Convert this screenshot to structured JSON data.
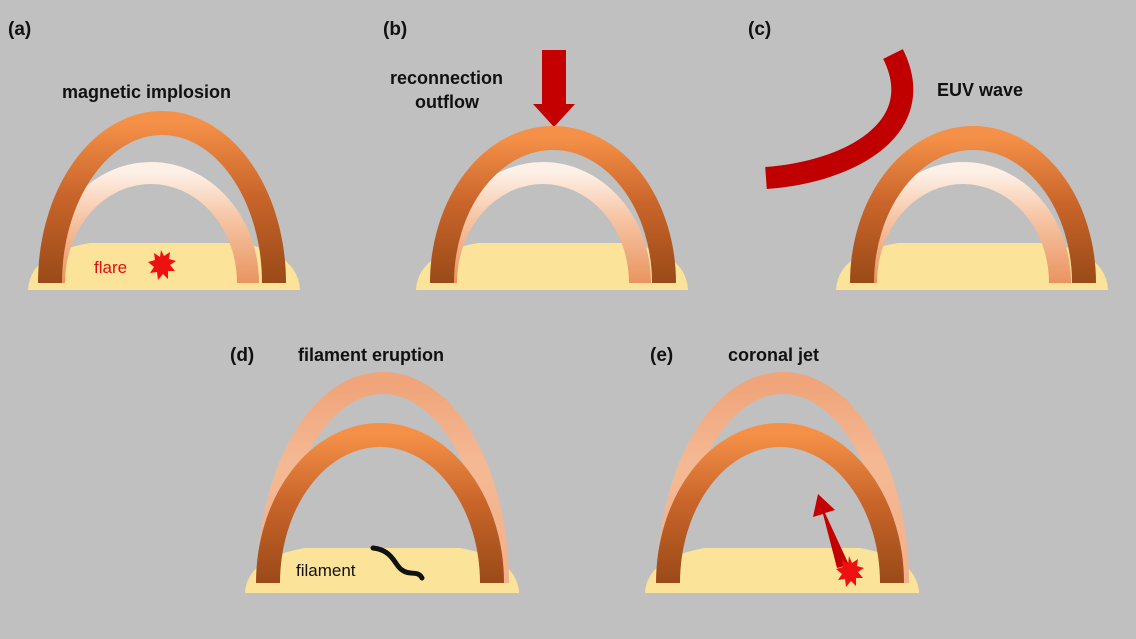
{
  "panels": [
    {
      "label": "(a)",
      "caption": "magnetic implosion",
      "note": "flare"
    },
    {
      "label": "(b)",
      "caption_line1": "reconnection",
      "caption_line2": "outflow"
    },
    {
      "label": "(c)",
      "caption": "EUV wave"
    },
    {
      "label": "(d)",
      "caption": "filament eruption",
      "note": "filament"
    },
    {
      "label": "(e)",
      "caption": "coronal jet"
    }
  ],
  "colors": {
    "background": "#c0c0c0",
    "loop_outer": "#a04f1c",
    "loop_inner": "#f08a40",
    "ghost_loop": "#f5b48c",
    "surface": "#fbe49a",
    "accent_red": "#c00000",
    "flare_red": "#ee1111",
    "filament": "#111111"
  }
}
